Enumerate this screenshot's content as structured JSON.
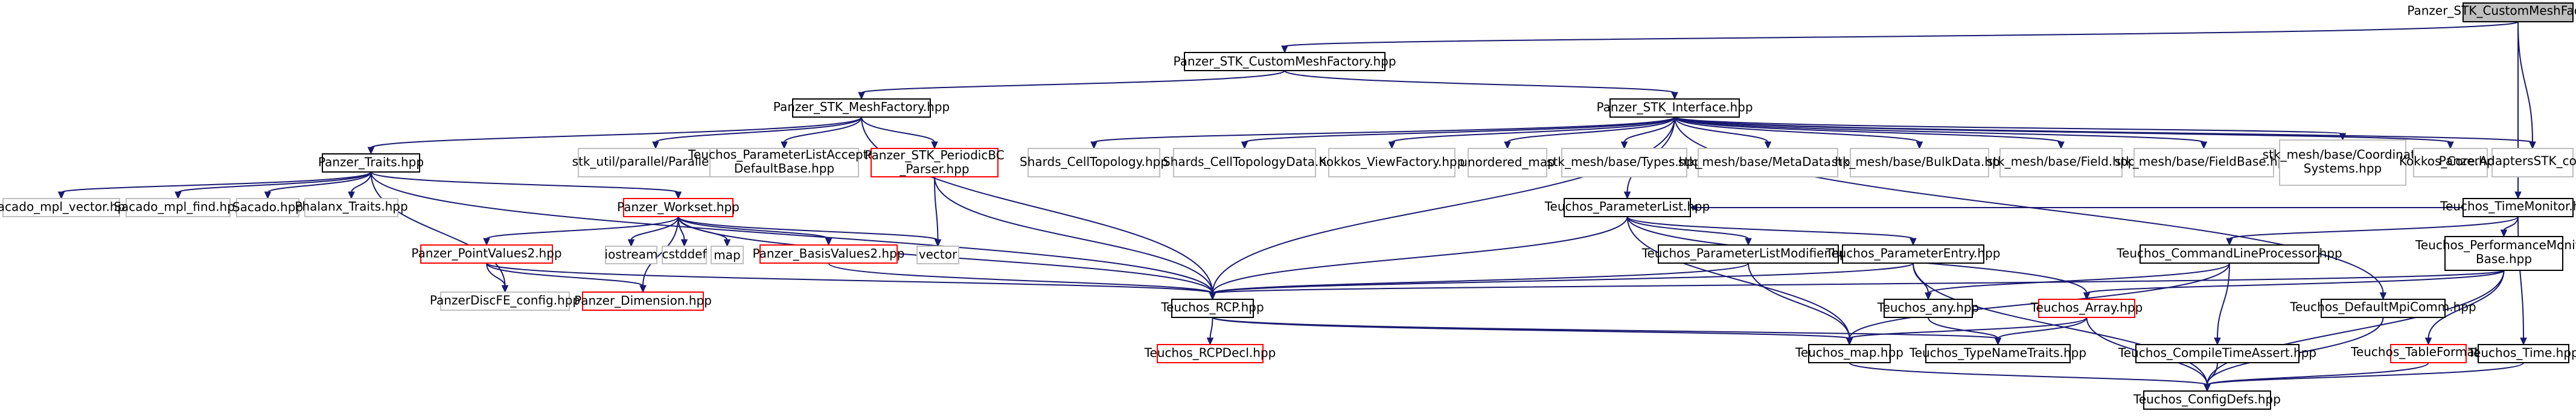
{
  "colors": {
    "edge": "#191970",
    "root_fill": "#bfbfbf",
    "root_border": "#000000",
    "doc_border": "#000000",
    "truncated_border": "#ff0000",
    "external_border": "#bfbfbf",
    "node_fill": "#ffffff"
  },
  "nodes": [
    {
      "id": "root",
      "kind": "root",
      "lines": [
        "Panzer_STK_CustomMeshFactory.cpp"
      ]
    },
    {
      "id": "custommesh",
      "kind": "doc",
      "lines": [
        "Panzer_STK_CustomMeshFactory.hpp"
      ]
    },
    {
      "id": "meshfactory",
      "kind": "doc",
      "lines": [
        "Panzer_STK_MeshFactory.hpp"
      ]
    },
    {
      "id": "stkinterface",
      "kind": "doc",
      "lines": [
        "Panzer_STK_Interface.hpp"
      ]
    },
    {
      "id": "timemonitor",
      "kind": "doc",
      "lines": [
        "Teuchos_TimeMonitor.hpp"
      ]
    },
    {
      "id": "traits",
      "kind": "doc",
      "lines": [
        "Panzer_Traits.hpp"
      ]
    },
    {
      "id": "parallel",
      "kind": "external",
      "lines": [
        "stk_util/parallel/Parallel.hpp"
      ]
    },
    {
      "id": "placceptor",
      "kind": "external",
      "lines": [
        "Teuchos_ParameterListAcceptor",
        "DefaultBase.hpp"
      ]
    },
    {
      "id": "periodicbc",
      "kind": "truncated",
      "lines": [
        "Panzer_STK_PeriodicBC",
        "_Parser.hpp"
      ]
    },
    {
      "id": "shardscell",
      "kind": "external",
      "lines": [
        "Shards_CellTopology.hpp"
      ]
    },
    {
      "id": "shardscelldata",
      "kind": "external",
      "lines": [
        "Shards_CellTopologyData.h"
      ]
    },
    {
      "id": "kokkosview",
      "kind": "external",
      "lines": [
        "Kokkos_ViewFactory.hpp"
      ]
    },
    {
      "id": "unorderedmap",
      "kind": "external",
      "lines": [
        "unordered_map"
      ]
    },
    {
      "id": "stktypes",
      "kind": "external",
      "lines": [
        "stk_mesh/base/Types.hpp"
      ]
    },
    {
      "id": "stkmetadata",
      "kind": "external",
      "lines": [
        "stk_mesh/base/MetaData.hpp"
      ]
    },
    {
      "id": "stkbulkdata",
      "kind": "external",
      "lines": [
        "stk_mesh/base/BulkData.hpp"
      ]
    },
    {
      "id": "stkfield",
      "kind": "external",
      "lines": [
        "stk_mesh/base/Field.hpp"
      ]
    },
    {
      "id": "stkfieldbase",
      "kind": "external",
      "lines": [
        "stk_mesh/base/FieldBase.hpp"
      ]
    },
    {
      "id": "stkcoord",
      "kind": "external",
      "lines": [
        "stk_mesh/base/Coordinate",
        "Systems.hpp"
      ]
    },
    {
      "id": "kokkoscore",
      "kind": "external",
      "lines": [
        "Kokkos_Core.hpp"
      ]
    },
    {
      "id": "stkconfig",
      "kind": "external",
      "lines": [
        "PanzerAdaptersSTK_config.hpp"
      ]
    },
    {
      "id": "sacadovector",
      "kind": "external",
      "lines": [
        "Sacado_mpl_vector.hpp"
      ]
    },
    {
      "id": "sacadofind",
      "kind": "external",
      "lines": [
        "Sacado_mpl_find.hpp"
      ]
    },
    {
      "id": "sacado",
      "kind": "external",
      "lines": [
        "Sacado.hpp"
      ]
    },
    {
      "id": "phalanxtraits",
      "kind": "external",
      "lines": [
        "Phalanx_Traits.hpp"
      ]
    },
    {
      "id": "workset",
      "kind": "truncated",
      "lines": [
        "Panzer_Workset.hpp"
      ]
    },
    {
      "id": "paramlist",
      "kind": "doc",
      "lines": [
        "Teuchos_ParameterList.hpp"
      ]
    },
    {
      "id": "pointvalues",
      "kind": "truncated",
      "lines": [
        "Panzer_PointValues2.hpp"
      ]
    },
    {
      "id": "iostream",
      "kind": "external",
      "lines": [
        "iostream"
      ]
    },
    {
      "id": "cstddef",
      "kind": "external",
      "lines": [
        "cstddef"
      ]
    },
    {
      "id": "map",
      "kind": "external",
      "lines": [
        "map"
      ]
    },
    {
      "id": "basisvalues",
      "kind": "truncated",
      "lines": [
        "Panzer_BasisValues2.hpp"
      ]
    },
    {
      "id": "vector",
      "kind": "external",
      "lines": [
        "vector"
      ]
    },
    {
      "id": "plmodifier",
      "kind": "doc",
      "lines": [
        "Teuchos_ParameterListModifier.hpp"
      ]
    },
    {
      "id": "paramentry",
      "kind": "doc",
      "lines": [
        "Teuchos_ParameterEntry.hpp"
      ]
    },
    {
      "id": "cmdline",
      "kind": "doc",
      "lines": [
        "Teuchos_CommandLineProcessor.hpp"
      ]
    },
    {
      "id": "perfmonitor",
      "kind": "doc",
      "lines": [
        "Teuchos_PerformanceMonitor",
        "Base.hpp"
      ]
    },
    {
      "id": "discfeconfig",
      "kind": "external",
      "lines": [
        "PanzerDiscFE_config.hpp"
      ]
    },
    {
      "id": "dimension",
      "kind": "truncated",
      "lines": [
        "Panzer_Dimension.hpp"
      ]
    },
    {
      "id": "rcp",
      "kind": "doc",
      "lines": [
        "Teuchos_RCP.hpp"
      ]
    },
    {
      "id": "any",
      "kind": "doc",
      "lines": [
        "Teuchos_any.hpp"
      ]
    },
    {
      "id": "array",
      "kind": "truncated",
      "lines": [
        "Teuchos_Array.hpp"
      ]
    },
    {
      "id": "defaultmpi",
      "kind": "doc",
      "lines": [
        "Teuchos_DefaultMpiComm.hpp"
      ]
    },
    {
      "id": "rcpdecl",
      "kind": "truncated",
      "lines": [
        "Teuchos_RCPDecl.hpp"
      ]
    },
    {
      "id": "teuchosmap",
      "kind": "doc",
      "lines": [
        "Teuchos_map.hpp"
      ]
    },
    {
      "id": "typenametraits",
      "kind": "doc",
      "lines": [
        "Teuchos_TypeNameTraits.hpp"
      ]
    },
    {
      "id": "compiletimeassert",
      "kind": "doc",
      "lines": [
        "Teuchos_CompileTimeAssert.hpp"
      ]
    },
    {
      "id": "tableformat",
      "kind": "truncated",
      "lines": [
        "Teuchos_TableFormat.hpp"
      ]
    },
    {
      "id": "teuchostime",
      "kind": "doc",
      "lines": [
        "Teuchos_Time.hpp"
      ]
    },
    {
      "id": "configdefs",
      "kind": "doc",
      "lines": [
        "Teuchos_ConfigDefs.hpp"
      ]
    }
  ],
  "edges": [
    [
      "root",
      "custommesh"
    ],
    [
      "root",
      "stkconfig"
    ],
    [
      "root",
      "timemonitor"
    ],
    [
      "custommesh",
      "meshfactory"
    ],
    [
      "custommesh",
      "stkinterface"
    ],
    [
      "meshfactory",
      "traits"
    ],
    [
      "meshfactory",
      "parallel"
    ],
    [
      "meshfactory",
      "placceptor"
    ],
    [
      "meshfactory",
      "periodicbc"
    ],
    [
      "meshfactory",
      "rcp"
    ],
    [
      "stkinterface",
      "shardscell"
    ],
    [
      "stkinterface",
      "shardscelldata"
    ],
    [
      "stkinterface",
      "kokkosview"
    ],
    [
      "stkinterface",
      "unorderedmap"
    ],
    [
      "stkinterface",
      "stktypes"
    ],
    [
      "stkinterface",
      "stkmetadata"
    ],
    [
      "stkinterface",
      "stkbulkdata"
    ],
    [
      "stkinterface",
      "stkfield"
    ],
    [
      "stkinterface",
      "stkfieldbase"
    ],
    [
      "stkinterface",
      "stkcoord"
    ],
    [
      "stkinterface",
      "kokkoscore"
    ],
    [
      "stkinterface",
      "stkconfig"
    ],
    [
      "stkinterface",
      "paramlist"
    ],
    [
      "stkinterface",
      "rcp"
    ],
    [
      "stkinterface",
      "defaultmpi"
    ],
    [
      "timemonitor",
      "paramlist"
    ],
    [
      "timemonitor",
      "cmdline"
    ],
    [
      "timemonitor",
      "perfmonitor"
    ],
    [
      "timemonitor",
      "teuchostime"
    ],
    [
      "traits",
      "sacadovector"
    ],
    [
      "traits",
      "sacadofind"
    ],
    [
      "traits",
      "sacado"
    ],
    [
      "traits",
      "phalanxtraits"
    ],
    [
      "traits",
      "workset"
    ],
    [
      "traits",
      "discfeconfig"
    ],
    [
      "traits",
      "rcp"
    ],
    [
      "periodicbc",
      "vector"
    ],
    [
      "periodicbc",
      "rcp"
    ],
    [
      "workset",
      "pointvalues"
    ],
    [
      "workset",
      "iostream"
    ],
    [
      "workset",
      "cstddef"
    ],
    [
      "workset",
      "map"
    ],
    [
      "workset",
      "basisvalues"
    ],
    [
      "workset",
      "vector"
    ],
    [
      "workset",
      "dimension"
    ],
    [
      "workset",
      "rcp"
    ],
    [
      "pointvalues",
      "discfeconfig"
    ],
    [
      "pointvalues",
      "dimension"
    ],
    [
      "pointvalues",
      "rcp"
    ],
    [
      "basisvalues",
      "rcp"
    ],
    [
      "paramlist",
      "plmodifier"
    ],
    [
      "paramlist",
      "paramentry"
    ],
    [
      "paramlist",
      "rcp"
    ],
    [
      "paramlist",
      "teuchosmap"
    ],
    [
      "paramlist",
      "array"
    ],
    [
      "plmodifier",
      "rcp"
    ],
    [
      "plmodifier",
      "teuchosmap"
    ],
    [
      "paramentry",
      "any"
    ],
    [
      "paramentry",
      "rcp"
    ],
    [
      "paramentry",
      "configdefs"
    ],
    [
      "cmdline",
      "any"
    ],
    [
      "cmdline",
      "compiletimeassert"
    ],
    [
      "cmdline",
      "teuchosmap"
    ],
    [
      "perfmonitor",
      "array"
    ],
    [
      "perfmonitor",
      "rcp"
    ],
    [
      "perfmonitor",
      "tableformat"
    ],
    [
      "perfmonitor",
      "configdefs"
    ],
    [
      "rcp",
      "rcpdecl"
    ],
    [
      "rcp",
      "teuchosmap"
    ],
    [
      "rcp",
      "typenametraits"
    ],
    [
      "any",
      "typenametraits"
    ],
    [
      "array",
      "teuchosmap"
    ],
    [
      "array",
      "typenametraits"
    ],
    [
      "array",
      "configdefs"
    ],
    [
      "defaultmpi",
      "configdefs"
    ],
    [
      "teuchosmap",
      "configdefs"
    ],
    [
      "compiletimeassert",
      "configdefs"
    ],
    [
      "tableformat",
      "configdefs"
    ],
    [
      "teuchostime",
      "configdefs"
    ]
  ]
}
